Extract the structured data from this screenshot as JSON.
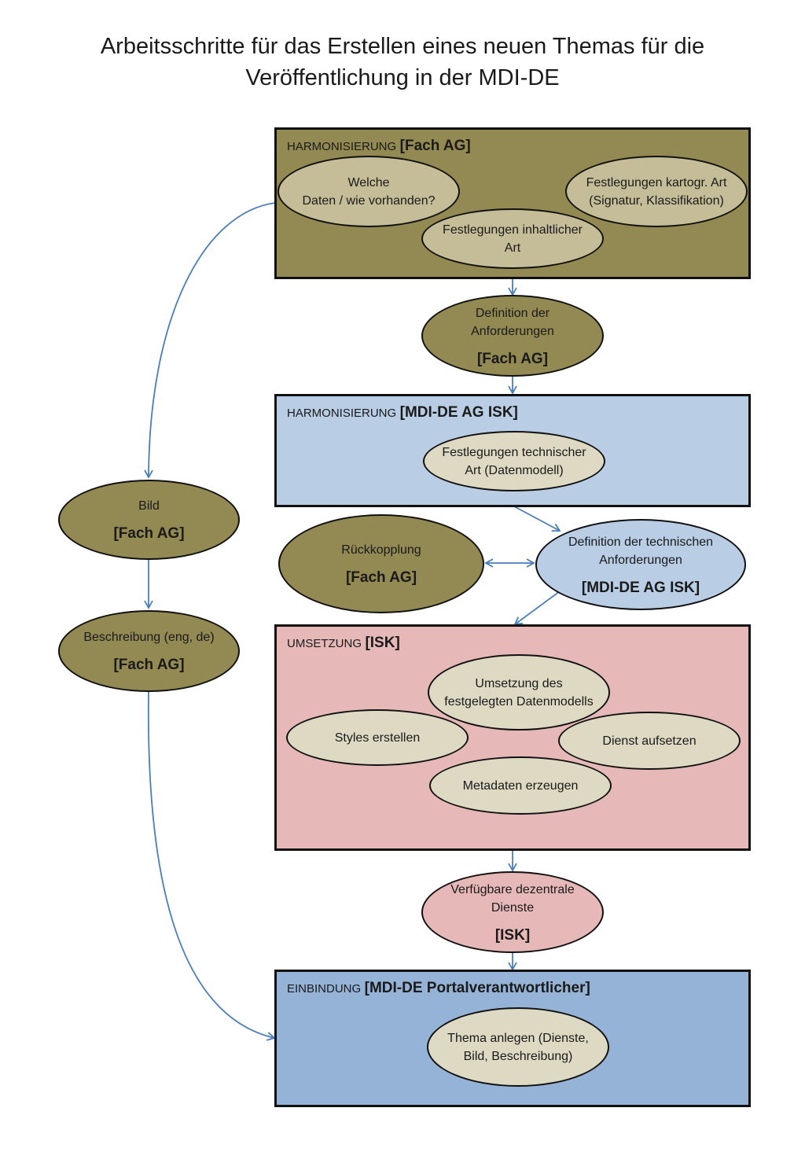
{
  "title": {
    "line1": "Arbeitsschritte für das Erstellen eines neuen Themas für die",
    "line2": "Veröffentlichung in der MDI-DE"
  },
  "colors": {
    "olive": "#938953",
    "tan": "#c4bd97",
    "cream": "#ddd9c3",
    "light_blue": "#b9cde5",
    "pink": "#e6b9b8",
    "blue": "#95b3d7",
    "arrow": "#4a7ebb"
  },
  "harmonisierung_fach": {
    "prefix": "HARMONISIERUNG",
    "group": "[Fach AG]",
    "items": [
      "Welche",
      "Daten / wie vorhanden?",
      "Festlegungen kartogr. Art",
      "(Signatur, Klassifikation)",
      "Festlegungen inhaltlicher",
      "Art"
    ]
  },
  "definition_anforderungen": {
    "line1": "Definition der",
    "line2": "Anforderungen",
    "group": "[Fach AG]"
  },
  "harmonisierung_isk": {
    "prefix": "HARMONISIERUNG",
    "group": "[MDI-DE AG ISK]",
    "item_line1": "Festlegungen technischer",
    "item_line2": "Art (Datenmodell)"
  },
  "rueckkopplung": {
    "label": "Rückkopplung",
    "group": "[Fach AG]"
  },
  "definition_technische": {
    "line1": "Definition der technischen",
    "line2": "Anforderungen",
    "group": "[MDI-DE AG ISK]"
  },
  "bild": {
    "label": "Bild",
    "group": "[Fach AG]"
  },
  "beschreibung": {
    "label": "Beschreibung (eng, de)",
    "group": "[Fach AG]"
  },
  "umsetzung": {
    "prefix": "UMSETZUNG",
    "group": "[ISK]",
    "datenmodell_line1": "Umsetzung des",
    "datenmodell_line2": "festgelegten Datenmodells",
    "styles": "Styles erstellen",
    "dienst": "Dienst aufsetzen",
    "metadaten": "Metadaten erzeugen"
  },
  "dienste": {
    "line1": "Verfügbare dezentrale",
    "line2": "Dienste",
    "group": "[ISK]"
  },
  "einbindung": {
    "prefix": "EINBINDUNG",
    "group": "[MDI-DE Portalverantwortlicher]",
    "item_line1": "Thema anlegen (Dienste,",
    "item_line2": "Bild, Beschreibung)"
  }
}
